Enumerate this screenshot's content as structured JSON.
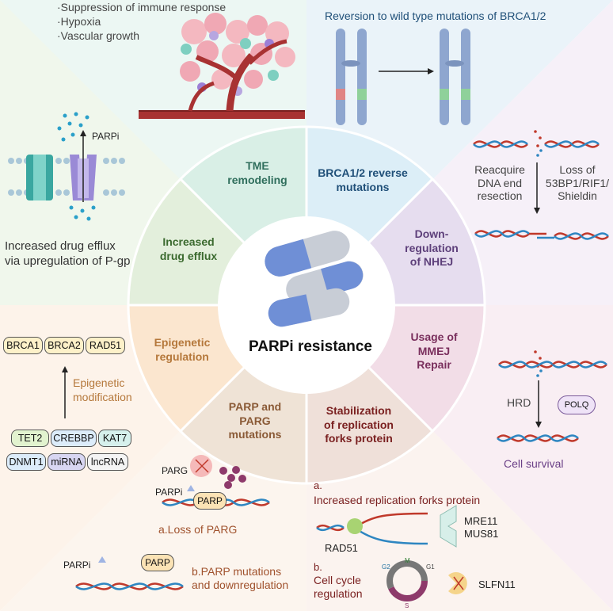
{
  "title": "PARPi resistance",
  "colors": {
    "tme": "#e8f5f0",
    "brca": "#e8f2f8",
    "nhej": "#f3eef8",
    "mmej": "#f8eef2",
    "stab": "#f6ede8",
    "parp": "#f7efe6",
    "epi": "#faf1e6",
    "efflux": "#eef6ea",
    "dna_red": "#c0392b",
    "dna_blue": "#2e86c1"
  },
  "segments": {
    "tme": "TME\nremodeling",
    "brca": "BRCA1/2 reverse\nmutations",
    "nhej": "Down-\nregulation\nof NHEJ",
    "mmej": "Usage of\nMMEJ\nRepair",
    "stab": "Stabilization\nof replication\nforks protein",
    "parp": "PARP and\nPARG\nmutations",
    "epi": "Epigenetic\nregulation",
    "efflux": "Increased\ndrug efflux"
  },
  "tme_panel": {
    "bullets": [
      "·Suppression of immune response",
      "·Hypoxia",
      "·Vascular growth"
    ]
  },
  "brca_panel": {
    "text": "Reversion to wild type mutations of BRCA1/2"
  },
  "nhej_panel": {
    "left": "Reacquire\nDNA end\nresection",
    "right": "Loss of\n53BP1/RIF1/\nShieldin"
  },
  "efflux_panel": {
    "drug": "PARPi",
    "caption": "Increased  drug efflux\nvia upregulation of P-gp"
  },
  "epi_panel": {
    "top_genes": [
      "BRCA1",
      "BRCA2",
      "RAD51"
    ],
    "arrow_label": "Epigenetic\nmodification",
    "row1": [
      "TET2",
      "CREBBP",
      "KAT7"
    ],
    "row2": [
      "DNMT1",
      "miRNA",
      "lncRNA"
    ]
  },
  "mmej_panel": {
    "hrd": "HRD",
    "polq": "POLQ",
    "survival": "Cell survival"
  },
  "parp_panel": {
    "parg": "PARG",
    "parpi": "PARPi",
    "parp": "PARP",
    "a_caption": "a.Loss of PARG",
    "b_parpi": "PARPi",
    "b_parp": "PARP",
    "b_caption": "b.PARP mutations\nand downregulation"
  },
  "stab_panel": {
    "a_label": "a.",
    "a_title": "Increased replication forks protein",
    "rad51": "RAD51",
    "mre11": "MRE11\nMUS81",
    "b_label": "b.",
    "b_title": "Cell cycle\nregulation",
    "phases": [
      "G2",
      "M",
      "G1",
      "S"
    ],
    "slfn11": "SLFN11"
  }
}
